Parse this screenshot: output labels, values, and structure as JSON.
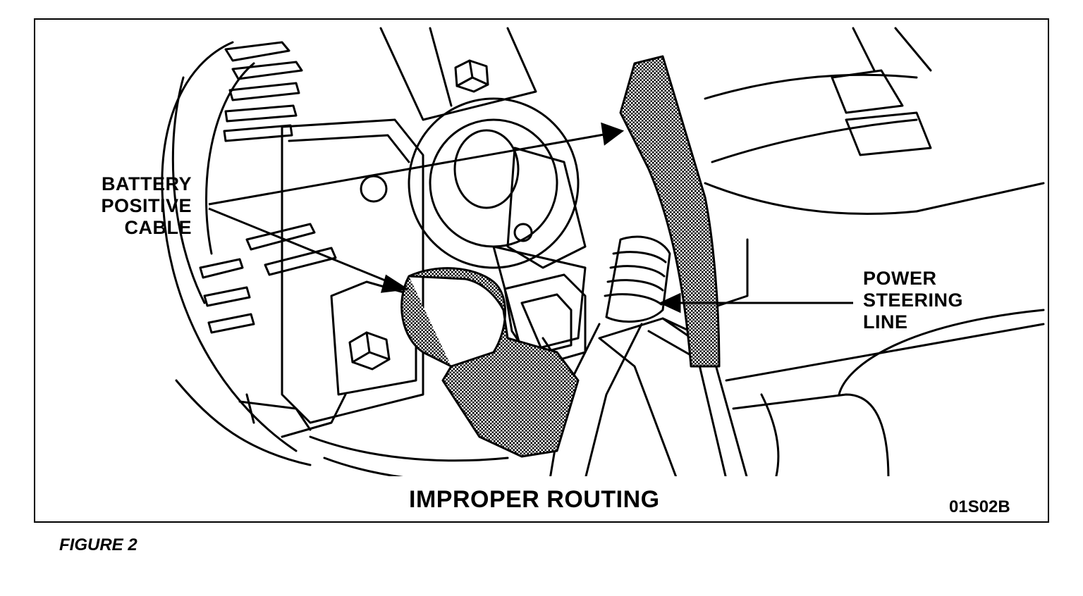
{
  "callouts": {
    "battery": [
      "BATTERY",
      "POSITIVE",
      "CABLE"
    ],
    "steering": [
      "POWER",
      "STEERING",
      "LINE"
    ]
  },
  "caption": "IMPROPER ROUTING",
  "drawing_code": "01S02B",
  "figure_label": "FIGURE 2",
  "colors": {
    "ink": "#000000",
    "paper": "#ffffff"
  }
}
